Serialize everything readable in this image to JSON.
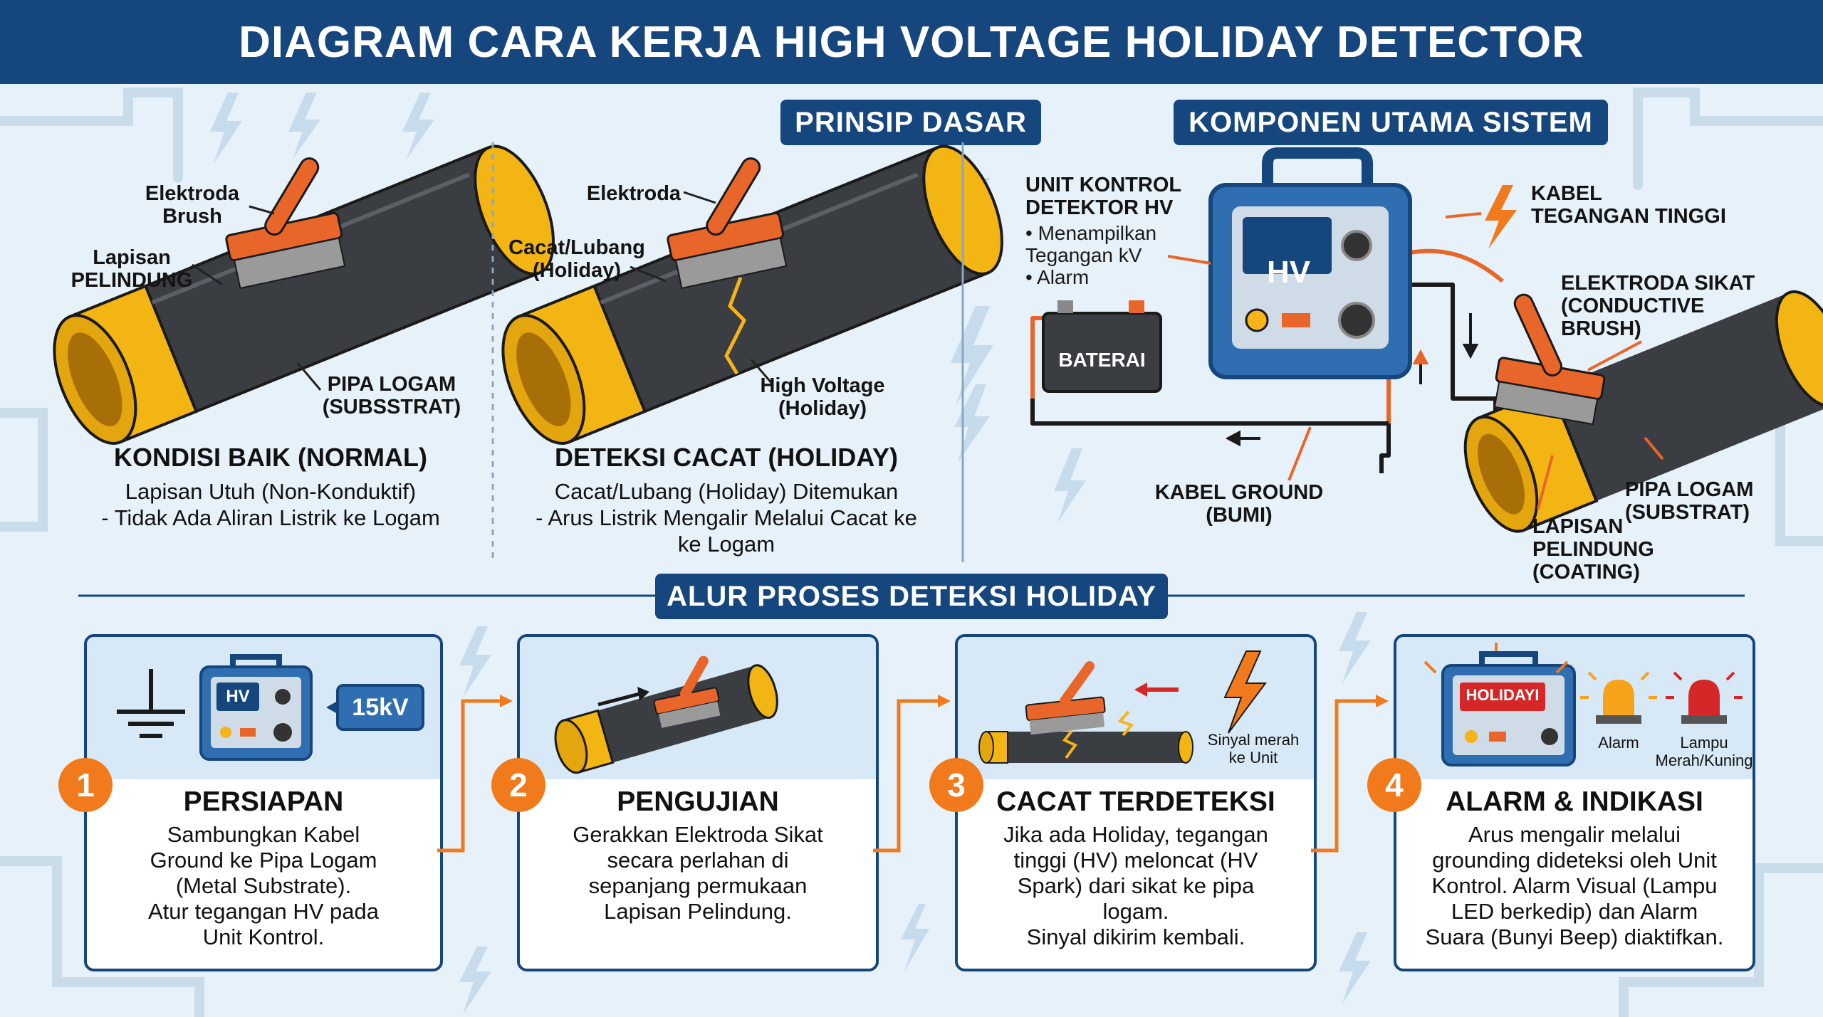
{
  "header": {
    "title": "DIAGRAM CARA KERJA HIGH VOLTAGE HOLIDAY DETECTOR"
  },
  "principle": {
    "title": "PRINSIP DASAR",
    "normal": {
      "label_electrode": "Elektroda\nBrush",
      "label_coating": "Lapisan\nPELINDUNG",
      "label_pipe": "PIPA LOGAM\n(SUBSSTRAT)",
      "title": "KONDISI BAIK (NORMAL)",
      "desc": "Lapisan Utuh (Non-Konduktif)\n- Tidak Ada Aliran Listrik ke Logam"
    },
    "defect": {
      "label_electrode": "Elektroda",
      "label_holiday": "Cacat/Lubang\n(Holiday)",
      "label_hv": "High Voltage\n(Holiday)",
      "title": "DETEKSI CACAT (HOLIDAY)",
      "desc": "Cacat/Lubang (Holiday) Ditemukan\n- Arus Listrik Mengalir Melalui Cacat ke\nke Logam"
    }
  },
  "components": {
    "title": "KOMPONEN UTAMA SISTEM",
    "control_unit": {
      "title": "UNIT KONTROL\nDETEKTOR HV",
      "bullets": "• Menampilkan\n   Tegangan kV\n• Alarm"
    },
    "screen": "HV",
    "battery": "BATERAI",
    "hv_cable": "KABEL\nTEGANGAN TINGGI",
    "brush": "ELEKTRODA SIKAT\n(CONDUCTIVE\nBRUSH)",
    "ground": "KABEL GROUND\n(BUMI)",
    "coating": "LAPISAN\nPELINDUNG\n(COATING)",
    "pipe": "PIPA LOGAM\n(SUBSTRAT)"
  },
  "process": {
    "title": "ALUR PROSES DETEKSI HOLIDAY",
    "steps": [
      {
        "number": "1",
        "title": "PERSIAPAN",
        "text": "Sambungkan Kabel\nGround ke Pipa Logam\n(Metal Substrate).\nAtur tegangan HV pada\nUnit Kontrol.",
        "screen": "HV",
        "badge": "15kV"
      },
      {
        "number": "2",
        "title": "PENGUJIAN",
        "text": "Gerakkan Elektroda Sikat\nsecara perlahan di\nsepanjang permukaan\nLapisan Pelindung."
      },
      {
        "number": "3",
        "title": "CACAT TERDETEKSI",
        "text": "Jika ada Holiday, tegangan\ntinggi (HV) meloncat (HV\nSpark) dari sikat ke pipa\nlogam.\nSinyal dikirim kembali.",
        "note": "Sinyal merah\nke Unit"
      },
      {
        "number": "4",
        "title": "ALARM & INDIKASI",
        "text": "Arus mengalir melalui\ngrounding dideteksi oleh Unit\nKontrol. Alarm Visual (Lampu\nLED berkedip) dan Alarm\nSuara (Bunyi Beep) diaktifkan.",
        "screen": "HOLIDAYI",
        "alarm": "Alarm",
        "lamp": "Lampu\nMerah/Kuning"
      }
    ]
  },
  "colors": {
    "navy": "#15467d",
    "orange": "#f07a1c",
    "yellow": "#f2b513",
    "coating": "#3a3d42"
  }
}
